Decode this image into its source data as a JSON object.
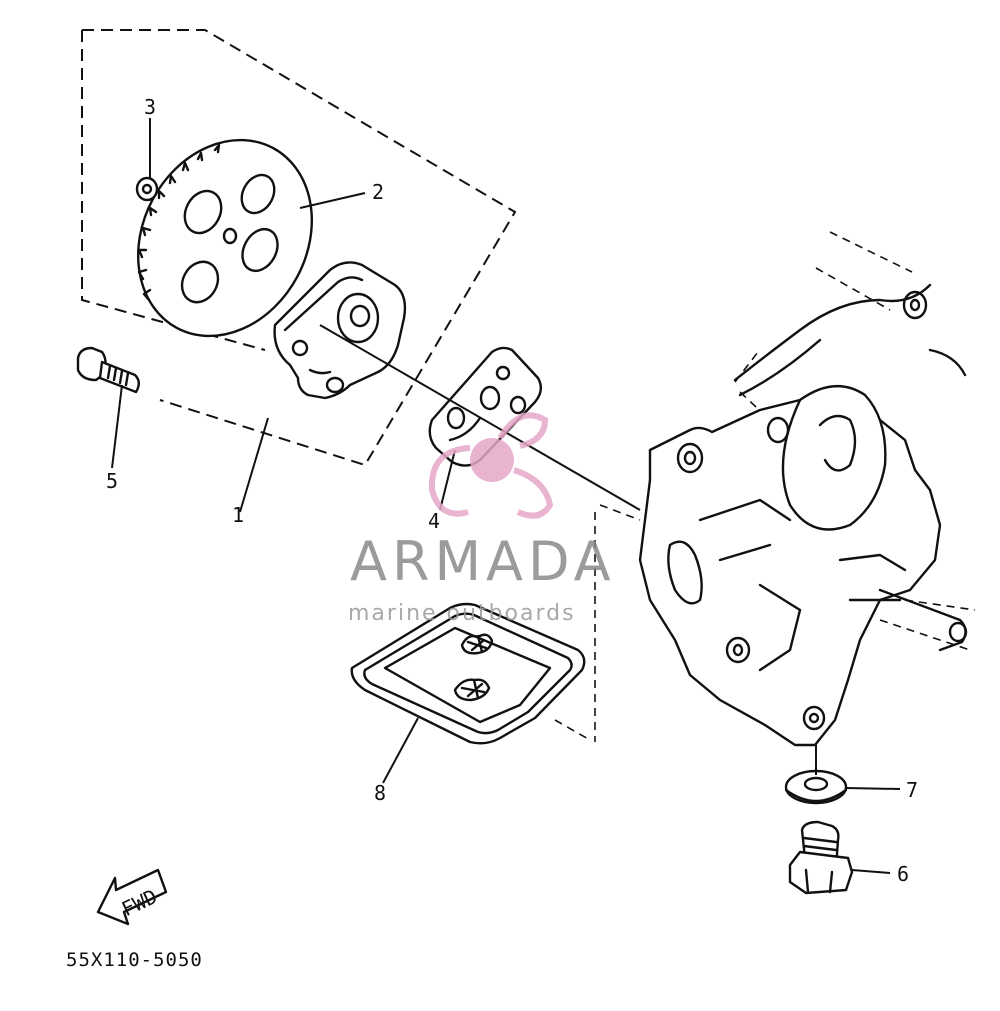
{
  "callouts": {
    "c1": "1",
    "c2": "2",
    "c3": "3",
    "c4": "4",
    "c5": "5",
    "c6": "6",
    "c7": "7",
    "c8": "8"
  },
  "fwd_label": "FWD",
  "part_number": "55X110-5050",
  "watermark": {
    "name": "ARMADA",
    "tagline": "marine outboards",
    "text_color": "#8a8a8a",
    "logo_color": "#e5a7c8"
  }
}
